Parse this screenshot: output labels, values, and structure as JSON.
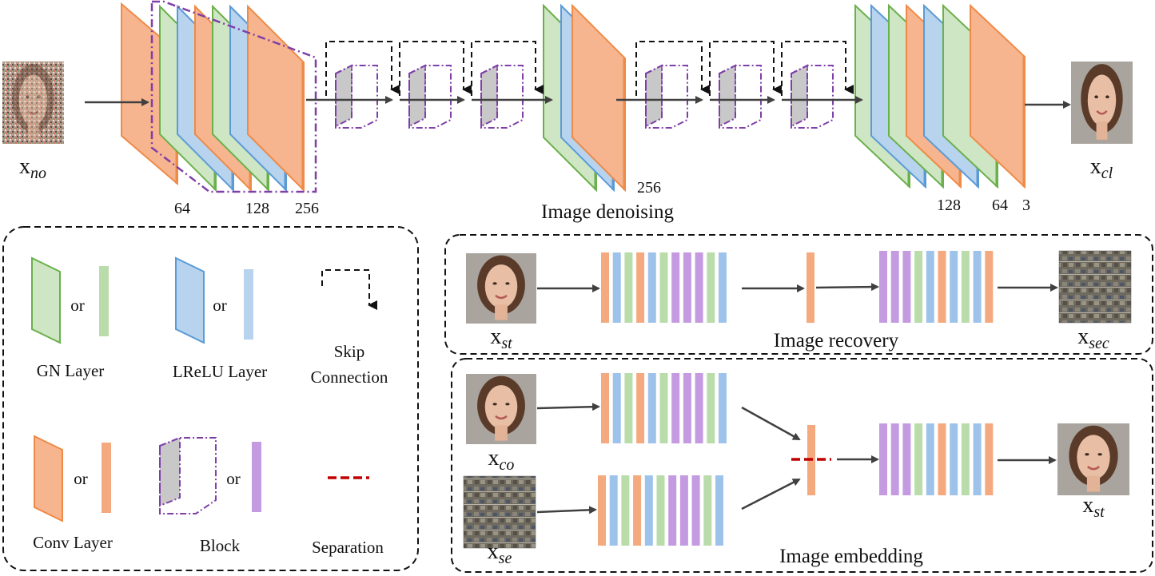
{
  "colors": {
    "conv_fill": "#f6b58f",
    "conv_edge": "#ef8a47",
    "gn_fill": "#cfe6c4",
    "gn_edge": "#6ab04c",
    "lrelu_fill": "#b7d3ee",
    "lrelu_edge": "#5b9bd5",
    "block_edge": "#7e3fa8",
    "block_face": "#c8c8c8",
    "bar_purple": "#c49be0",
    "bar_orange": "#f4a97e",
    "bar_blue": "#9ec3ea",
    "bar_green": "#b9dcaa",
    "separation": "#c00000",
    "arrow": "#404040"
  },
  "top": {
    "caption": "Image denoising",
    "input": {
      "var": "x",
      "sub": "no",
      "image": "noisy-face-photo"
    },
    "output": {
      "var": "x",
      "sub": "cl",
      "image": "clean-face-photo"
    },
    "channels": {
      "c64_left": "64",
      "c128_left": "128",
      "c256_left": "256",
      "c256_mid": "256",
      "c128_right": "128",
      "c64_right": "64",
      "c3_right": "3"
    }
  },
  "legend": {
    "or": "or",
    "gn": "GN Layer",
    "lrelu": "LReLU Layer",
    "skip_line1": "Skip",
    "skip_line2": "Connection",
    "conv": "Conv Layer",
    "block": "Block",
    "separation": "Separation"
  },
  "recovery": {
    "caption": "Image recovery",
    "input": {
      "var": "x",
      "sub": "st",
      "image": "stego-face-photo"
    },
    "output": {
      "var": "x",
      "sub": "sec",
      "image": "aerial-city-photo"
    }
  },
  "embedding": {
    "caption": "Image embedding",
    "cover": {
      "var": "x",
      "sub": "co",
      "image": "cover-face-photo"
    },
    "secret": {
      "var": "x",
      "sub": "se",
      "image": "aerial-city-photo"
    },
    "output": {
      "var": "x",
      "sub": "st",
      "image": "stego-face-photo"
    }
  }
}
